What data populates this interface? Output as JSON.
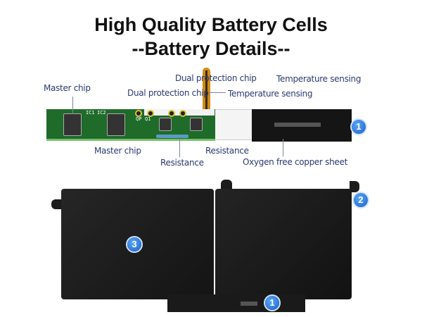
{
  "title": {
    "line1": "High Quality Battery Cells",
    "line2": "--Battery Details--"
  },
  "labels": {
    "master_chip_top": "Master chip",
    "dual_protection_top": "Dual protection chip",
    "dual_protection_mid": "Dual protection chip",
    "temperature_top": "Temperature sensing",
    "temperature_mid": "Temperature sensing",
    "master_chip_bottom": "Master chip",
    "resistance_left": "Resistance",
    "resistance_right": "Resistance",
    "copper_sheet": "Oxygen free copper sheet"
  },
  "pcb_silkscreen": {
    "ic1": "IC1",
    "ic2": "IC2",
    "q1": "Q1",
    "qp": "QP"
  },
  "badges": {
    "pcb": "1",
    "connector": "2",
    "cells": "3",
    "bottom": "1"
  },
  "colors": {
    "label_text": "#2a3a6e",
    "badge": "#1a5fc8",
    "pcb": "#1f6b2a",
    "battery": "#1c1c1c"
  }
}
